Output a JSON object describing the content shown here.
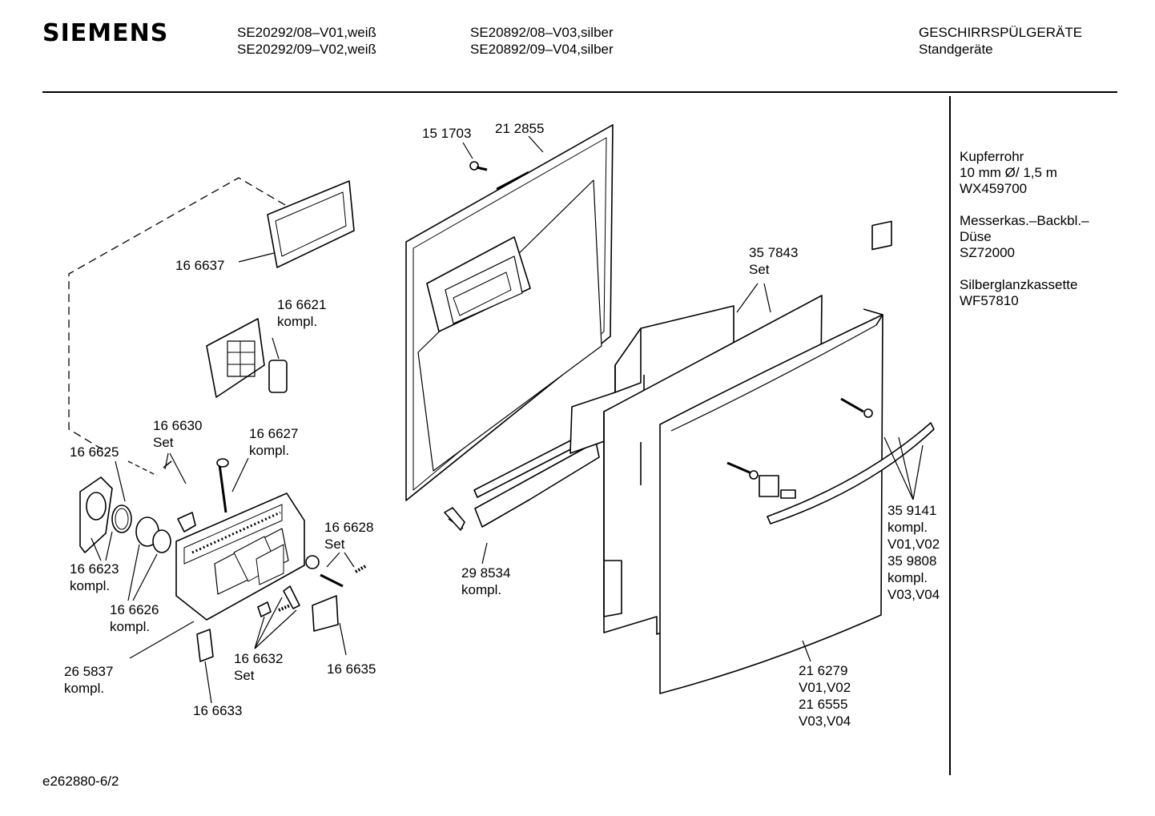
{
  "header": {
    "brand": "SIEMENS",
    "models_col1": [
      "SE20292/08–V01,weiß",
      "SE20292/09–V02,weiß"
    ],
    "models_col2": [
      "SE20892/08–V03,silber",
      "SE20892/09–V04,silber"
    ],
    "category": [
      "GESCHIRRSPÜLGERÄTE",
      "Standgeräte"
    ]
  },
  "accessories": [
    {
      "lines": [
        "Kupferrohr",
        "10 mm Ø/ 1,5 m",
        "WX459700"
      ]
    },
    {
      "lines": [
        "Messerkas.–Backbl.–",
        "Düse",
        "SZ72000"
      ]
    },
    {
      "lines": [
        "Silberglanzkassette",
        "WF57810"
      ]
    }
  ],
  "parts": {
    "p151703": [
      "15 1703"
    ],
    "p212855": [
      "21 2855"
    ],
    "p166637": [
      "16 6637"
    ],
    "p166621": [
      "16 6621",
      "kompl."
    ],
    "p357843": [
      "35 7843",
      "Set"
    ],
    "p166630": [
      "16 6630",
      "Set"
    ],
    "p166627": [
      "16 6627",
      "kompl."
    ],
    "p166625": [
      "16 6625"
    ],
    "p166628": [
      "16 6628",
      "Set"
    ],
    "p166623": [
      "16 6623",
      "kompl."
    ],
    "p166626": [
      "16 6626",
      "kompl."
    ],
    "p298534": [
      "29 8534",
      "kompl."
    ],
    "p359141": [
      "35 9141",
      "kompl.",
      "V01,V02",
      "35 9808",
      "kompl.",
      "V03,V04"
    ],
    "p265837": [
      "26 5837",
      "kompl."
    ],
    "p166632": [
      "16 6632",
      "Set"
    ],
    "p166635": [
      "16 6635"
    ],
    "p166633": [
      "16 6633"
    ],
    "p216279": [
      "21 6279",
      "V01,V02",
      "21 6555",
      "V03,V04"
    ]
  },
  "footer": {
    "code": "e262880-6/2"
  }
}
